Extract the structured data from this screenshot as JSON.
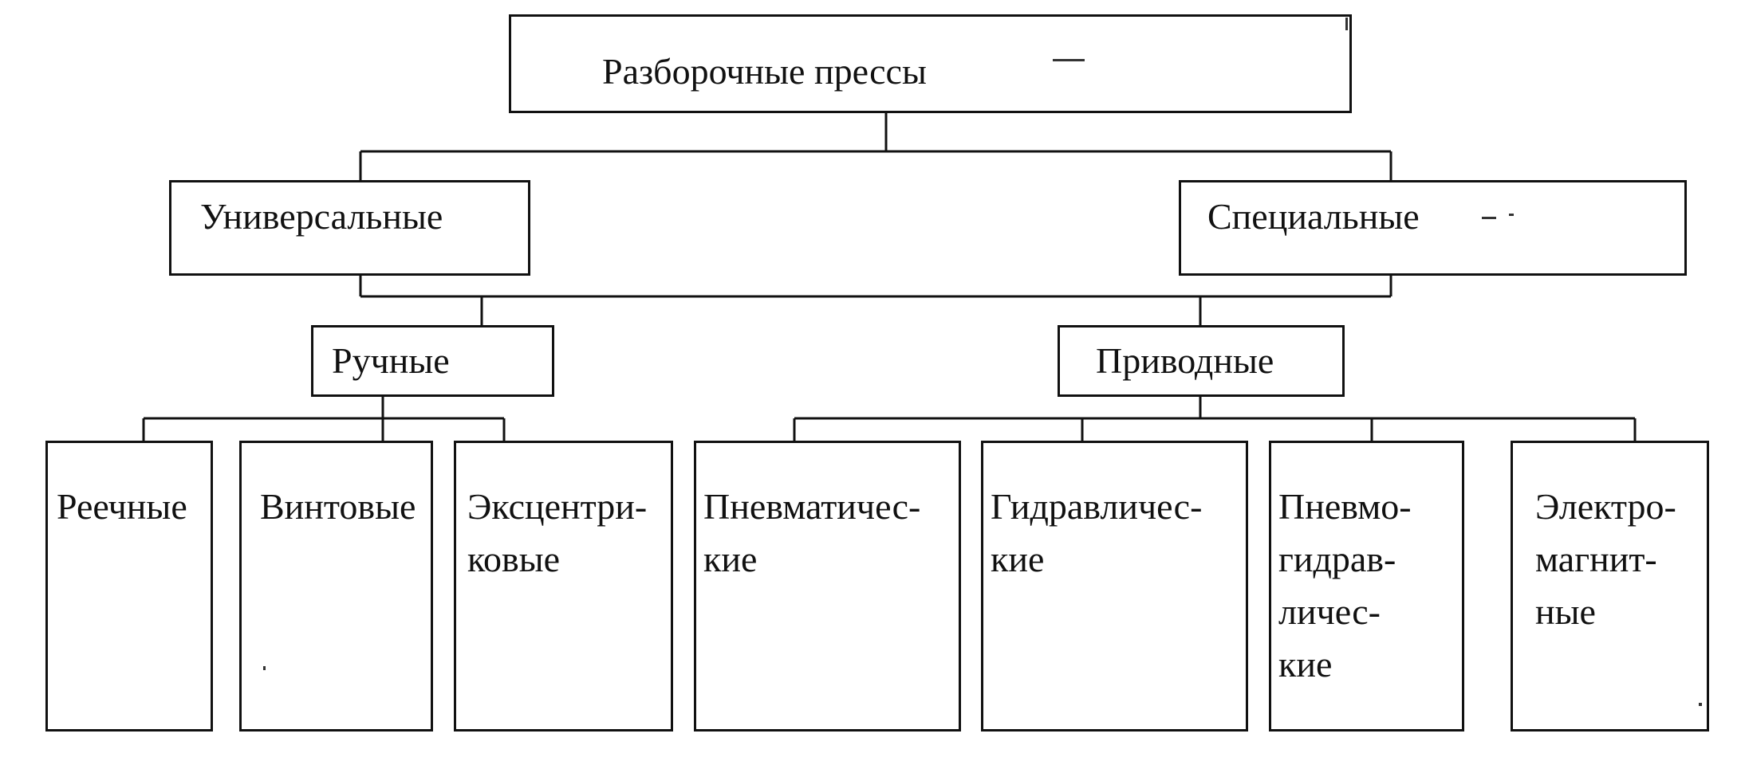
{
  "root": {
    "label": "Разборочные прессы"
  },
  "categories": {
    "universal": "Универсальные",
    "special": "Специальные"
  },
  "drive_types": {
    "manual": "Ручные",
    "driven": "Приводные"
  },
  "manual_presses": {
    "rack": "Реечные",
    "screw": "Винтовые",
    "eccentric": "Эксцентри-\nковые"
  },
  "driven_presses": {
    "pneumatic": "Пневматичес-\nкие",
    "hydraulic": "Гидравличес-\nкие",
    "pneumohydraulic": "Пневмо-\nгидрав-\nличес-\nкие",
    "electromagnetic": "Электро-\nмагнит-\nные"
  },
  "colors": {
    "line": "#111111",
    "background": "#ffffff"
  }
}
